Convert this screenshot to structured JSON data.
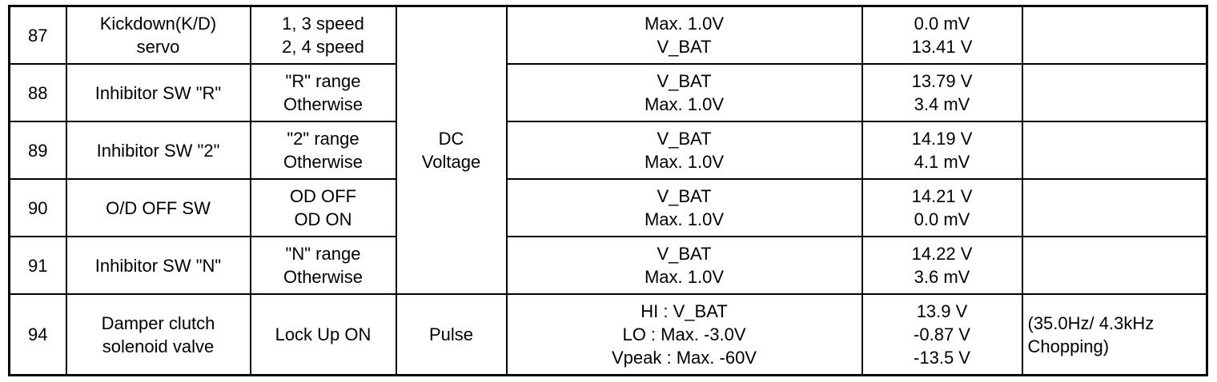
{
  "rows": [
    {
      "pin": "87",
      "description": [
        "Kickdown(K/D)",
        "servo"
      ],
      "condition": [
        "1, 3 speed",
        "2, 4 speed"
      ],
      "spec": [
        "Max. 1.0V",
        "V_BAT"
      ],
      "measured": [
        "0.0 mV",
        "13.41 V"
      ],
      "remark": []
    },
    {
      "pin": "88",
      "description": [
        "Inhibitor SW \"R\""
      ],
      "condition": [
        "\"R\" range",
        "Otherwise"
      ],
      "spec": [
        "V_BAT",
        "Max. 1.0V"
      ],
      "measured": [
        "13.79 V",
        "3.4 mV"
      ],
      "remark": []
    },
    {
      "pin": "89",
      "description": [
        "Inhibitor SW \"2\""
      ],
      "condition": [
        "\"2\" range",
        "Otherwise"
      ],
      "spec": [
        "V_BAT",
        "Max. 1.0V"
      ],
      "measured": [
        "14.19 V",
        "4.1 mV"
      ],
      "remark": []
    },
    {
      "pin": "90",
      "description": [
        "O/D OFF SW"
      ],
      "condition": [
        "OD OFF",
        "OD ON"
      ],
      "spec": [
        "V_BAT",
        "Max. 1.0V"
      ],
      "measured": [
        "14.21 V",
        "0.0 mV"
      ],
      "remark": []
    },
    {
      "pin": "91",
      "description": [
        "Inhibitor SW \"N\""
      ],
      "condition": [
        "\"N\" range",
        "Otherwise"
      ],
      "spec": [
        "V_BAT",
        "Max. 1.0V"
      ],
      "measured": [
        "14.22 V",
        "3.6 mV"
      ],
      "remark": []
    },
    {
      "pin": "94",
      "description": [
        "Damper clutch",
        "solenoid valve"
      ],
      "condition": [
        "Lock Up ON"
      ],
      "spec": [
        "HI : V_BAT",
        "LO : Max. -3.0V",
        "Vpeak : Max. -60V"
      ],
      "measured": [
        "13.9 V",
        "-0.87 V",
        "-13.5 V"
      ],
      "remark": [
        "(35.0Hz/ 4.3kHz",
        "Chopping)"
      ]
    }
  ],
  "type_group": [
    "DC",
    "Voltage"
  ],
  "type_pulse": [
    "Pulse"
  ]
}
